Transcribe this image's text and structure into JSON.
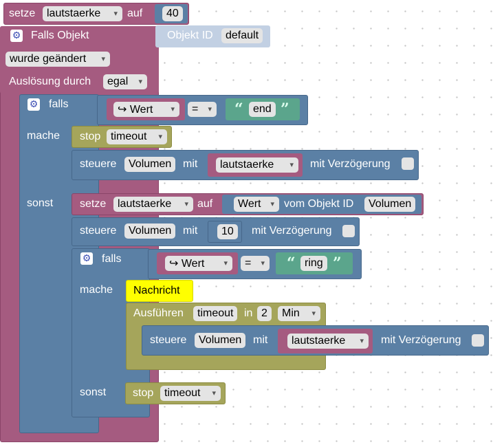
{
  "colors": {
    "variable": "#a55b80",
    "logic": "#5b80a5",
    "timer": "#a5a55b",
    "text": "#5ba58c",
    "message": "#ffff00"
  },
  "outer": {
    "setze": "setze",
    "var": "lautstaerke",
    "auf": "auf",
    "value": "40",
    "trigger_title": "Falls Objekt",
    "object_id_label": "Objekt ID",
    "object_id_value": "default",
    "changed": "wurde geändert",
    "trigger_by": "Auslösung durch",
    "trigger_by_value": "egal"
  },
  "if1": {
    "falls": "falls",
    "wert": "Wert",
    "op": "=",
    "text": "end",
    "mache": "mache",
    "sonst": "sonst",
    "stop": "stop",
    "stop_target": "timeout",
    "steuere": "steuere",
    "state": "Volumen",
    "mit": "mit",
    "value_var": "lautstaerke",
    "delay": "mit Verzögerung"
  },
  "else1": {
    "setze": "setze",
    "var": "lautstaerke",
    "auf": "auf",
    "wert": "Wert",
    "vom_objekt": "vom Objekt ID",
    "object": "Volumen",
    "steuere": "steuere",
    "state": "Volumen",
    "mit": "mit",
    "number": "10",
    "delay": "mit Verzögerung"
  },
  "if2": {
    "falls": "falls",
    "wert": "Wert",
    "op": "=",
    "text": "ring",
    "mache": "mache",
    "sonst": "sonst",
    "comment": "Nachricht",
    "ausfuehren": "Ausführen",
    "timeout_name": "timeout",
    "in": "in",
    "duration": "2",
    "unit": "Min",
    "steuere": "steuere",
    "state": "Volumen",
    "mit": "mit",
    "value_var": "lautstaerke",
    "delay": "mit Verzögerung",
    "stop": "stop",
    "stop_target": "timeout"
  }
}
